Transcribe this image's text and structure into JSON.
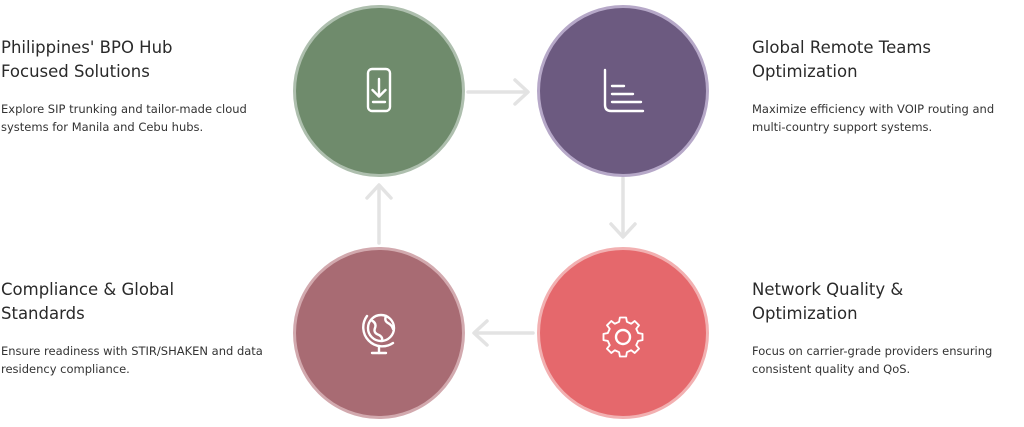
{
  "steps": [
    {
      "title_line1": "Philippines' BPO Hub",
      "title_line2": "Focused Solutions",
      "desc_line1": "Explore SIP trunking and tailor-made cloud",
      "desc_line2": "systems for Manila and Cebu hubs.",
      "icon": "phone-download-icon",
      "color": "#6f8b6c"
    },
    {
      "title_line1": "Global Remote Teams",
      "title_line2": "Optimization",
      "desc_line1": "Maximize efficiency with VOIP routing and",
      "desc_line2": "multi-country support systems.",
      "icon": "bar-chart-icon",
      "color": "#6c5a80"
    },
    {
      "title_line1": "Compliance & Global",
      "title_line2": "Standards",
      "desc_line1": "Ensure readiness with STIR/SHAKEN and data",
      "desc_line2": "residency compliance.",
      "icon": "globe-icon",
      "color": "#a86b73"
    },
    {
      "title_line1": "Network Quality &",
      "title_line2": "Optimization",
      "desc_line1": "Focus on carrier-grade providers ensuring",
      "desc_line2": "consistent quality and QoS.",
      "icon": "gear-icon",
      "color": "#e5686c"
    }
  ],
  "arrow_color": "#e3e3e3"
}
